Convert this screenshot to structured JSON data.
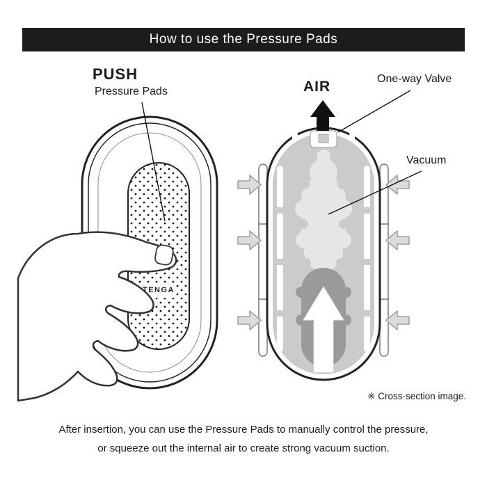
{
  "banner": {
    "title": "How to use the Pressure Pads"
  },
  "left_figure": {
    "push_label": "PUSH",
    "pads_label": "Pressure Pads",
    "logo_text": "TENGA"
  },
  "right_figure": {
    "air_label": "AIR",
    "valve_label": "One-way Valve",
    "vacuum_label": "Vacuum",
    "note": "※ Cross-section image."
  },
  "footer": {
    "line1": "After insertion, you can use the Pressure Pads to manually control the pressure,",
    "line2": "or squeeze out the internal air to create strong vacuum suction."
  },
  "colors": {
    "banner_bg": "#1c1c1c",
    "banner_text": "#ffffff",
    "outline": "#222222",
    "body_gray": "#cbcbcb",
    "cavity_gray": "#e6e6e6",
    "dark_gray": "#9a9a9a",
    "arrow_gray": "#dcdcdc"
  }
}
